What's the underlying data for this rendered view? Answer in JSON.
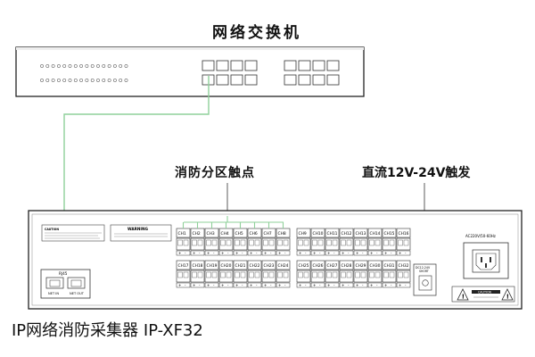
{
  "switch": {
    "title": "网络交换机"
  },
  "labels": {
    "zones": "消防分区触点",
    "trigger": "直流12V-24V触发",
    "model": "IP网络消防采集器   IP-XF32"
  },
  "device": {
    "warning_left": "CAUTION",
    "warning_box": "WARNING",
    "rj45": "RJ45",
    "net_in": "NET IN",
    "net_out": "NET OUT",
    "power": "AC220V/50-60Hz",
    "caution": "CAUTION",
    "trigger_port": "DC12-24V",
    "short": "SHORT",
    "channels": [
      "CH1",
      "CH2",
      "CH3",
      "CH4",
      "CH5",
      "CH6",
      "CH7",
      "CH8",
      "CH9",
      "CH10",
      "CH11",
      "CH12",
      "CH13",
      "CH14",
      "CH15",
      "CH16",
      "CH17",
      "CH18",
      "CH19",
      "CH20",
      "CH21",
      "CH22",
      "CH23",
      "CH24",
      "CH25",
      "CH26",
      "CH27",
      "CH28",
      "CH29",
      "CH30",
      "CH31",
      "CH32"
    ]
  }
}
